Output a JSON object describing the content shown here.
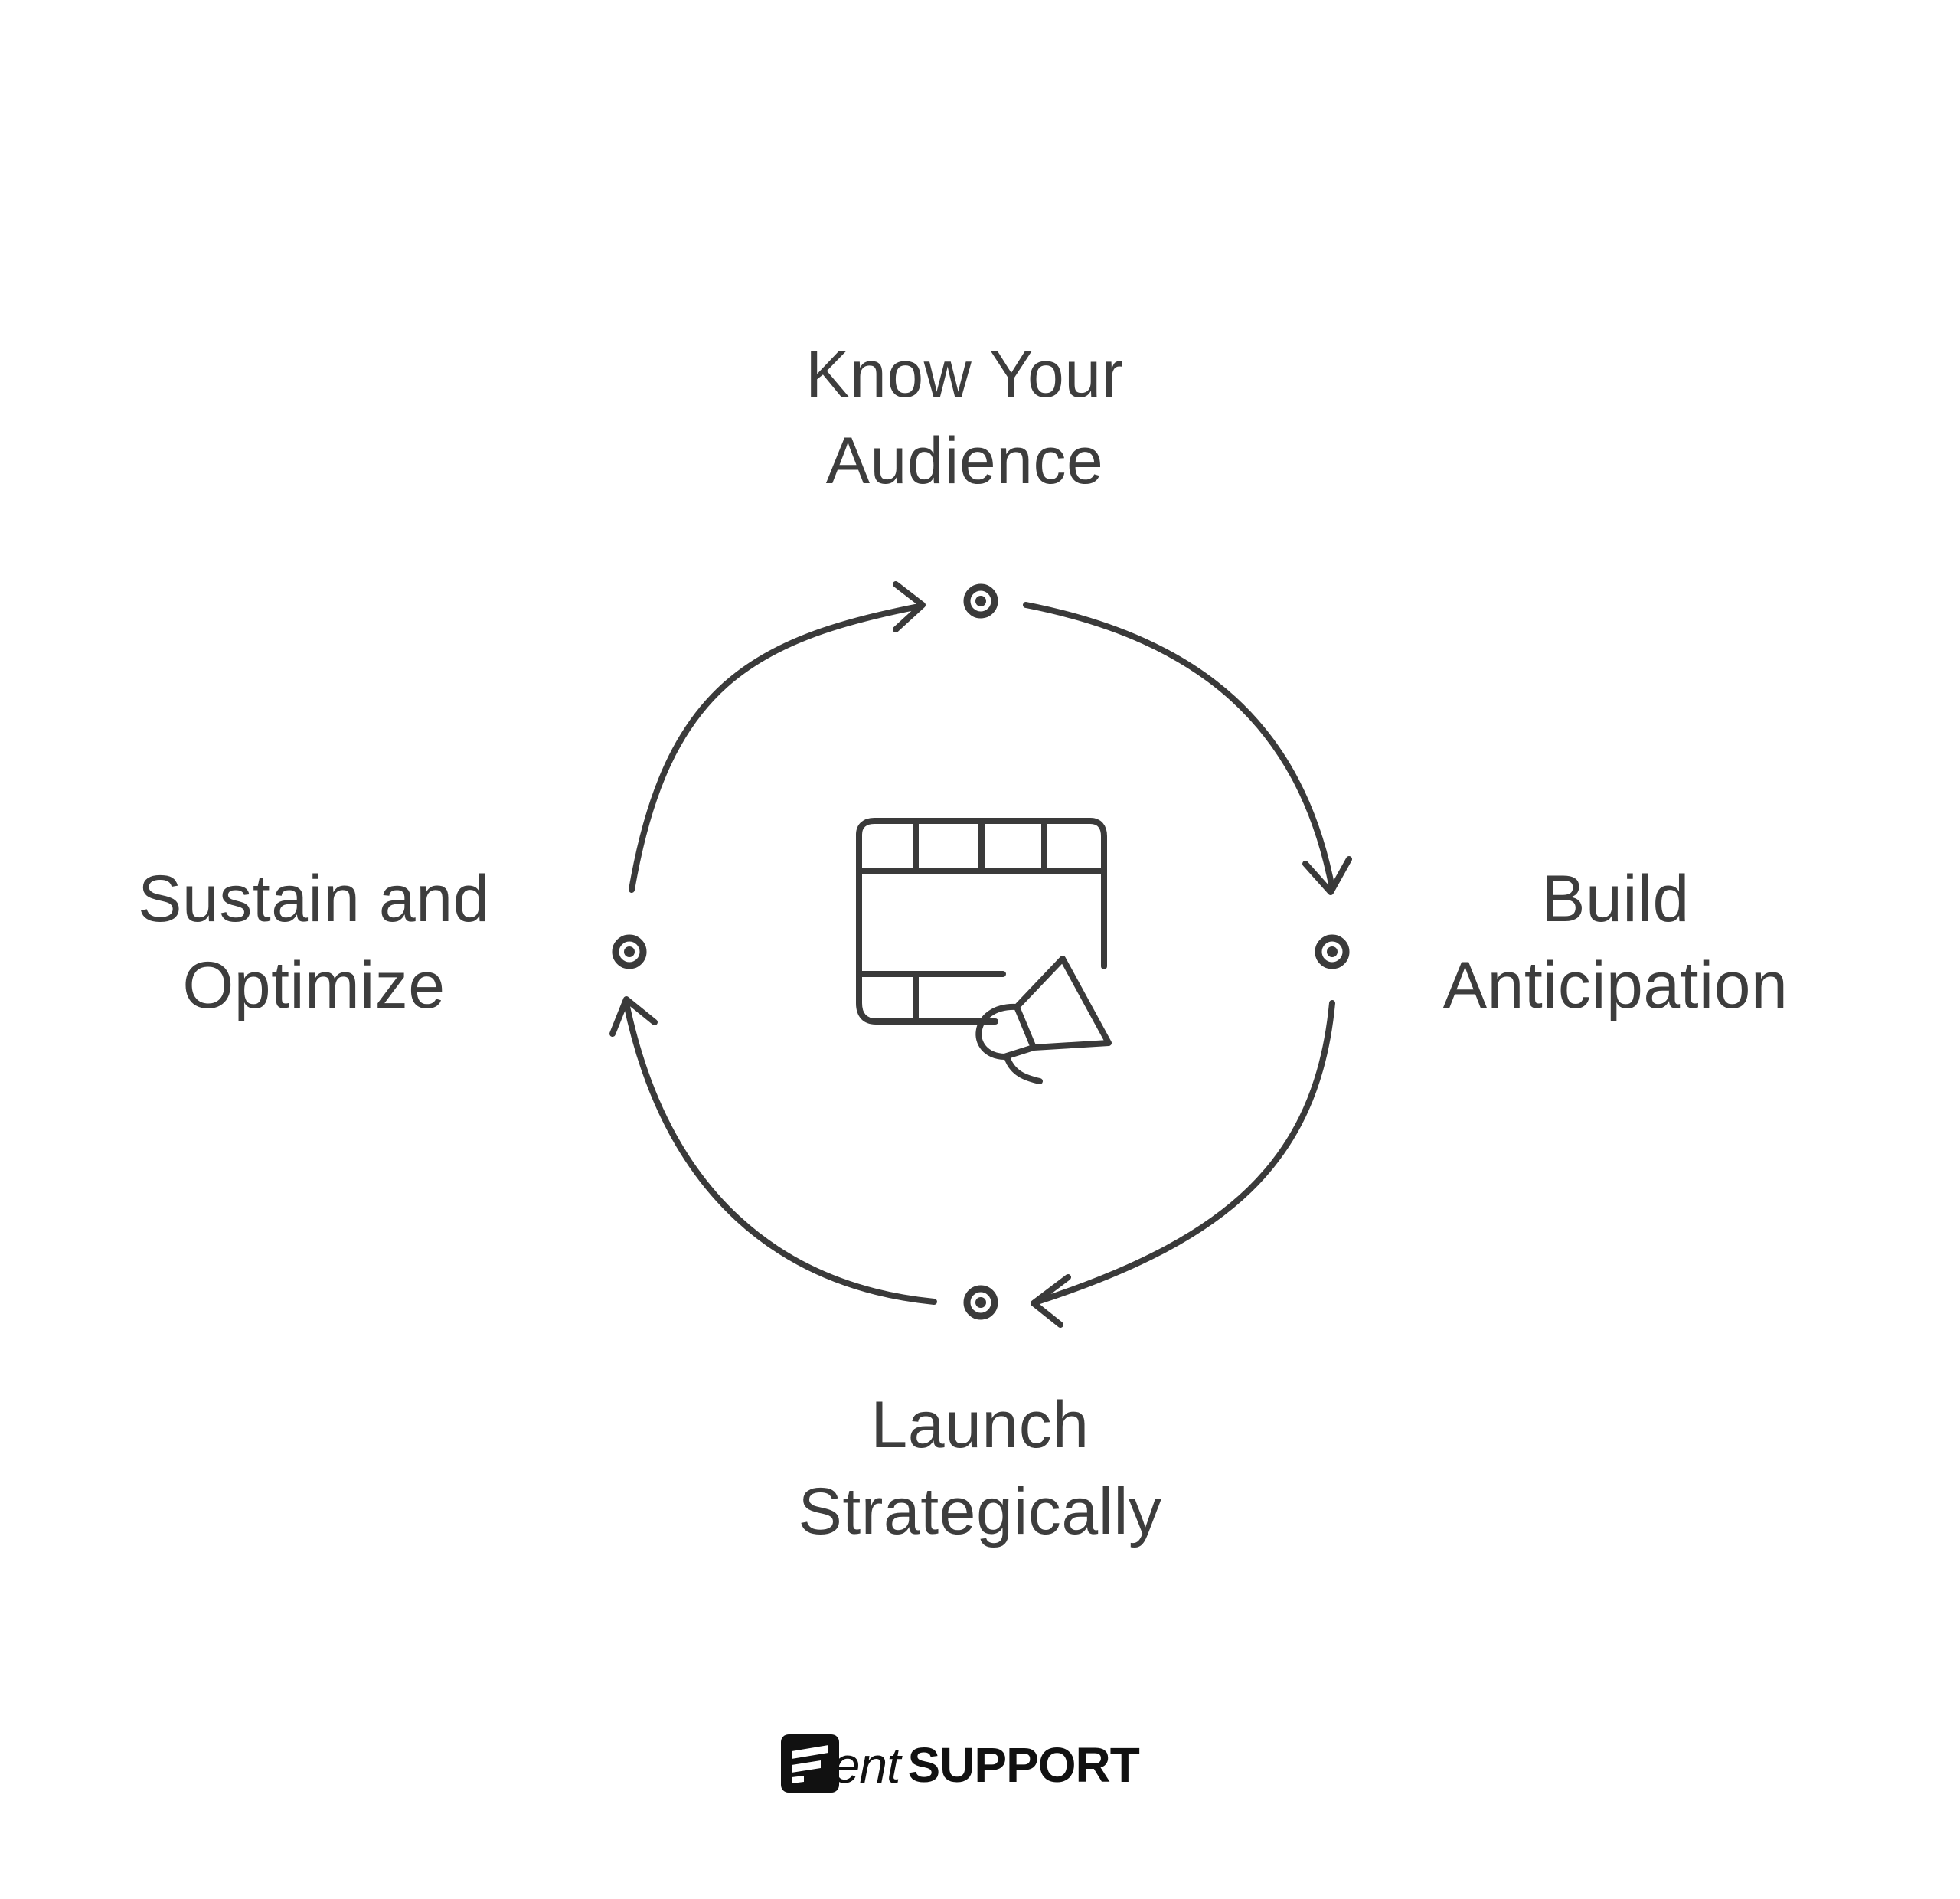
{
  "diagram": {
    "steps": [
      {
        "lines": [
          "Know Your",
          "Audience"
        ]
      },
      {
        "lines": [
          "Build",
          "Anticipation"
        ]
      },
      {
        "lines": [
          "Launch",
          "Strategically"
        ]
      },
      {
        "lines": [
          "Sustain and",
          "Optimize"
        ]
      }
    ],
    "center_icon": "video-megaphone-icon",
    "stroke_color": "#3a3a3a"
  },
  "footer": {
    "brand_icon": "fluent-logo-icon",
    "brand_word1": "fluent",
    "brand_word2": "SUPPORT"
  }
}
